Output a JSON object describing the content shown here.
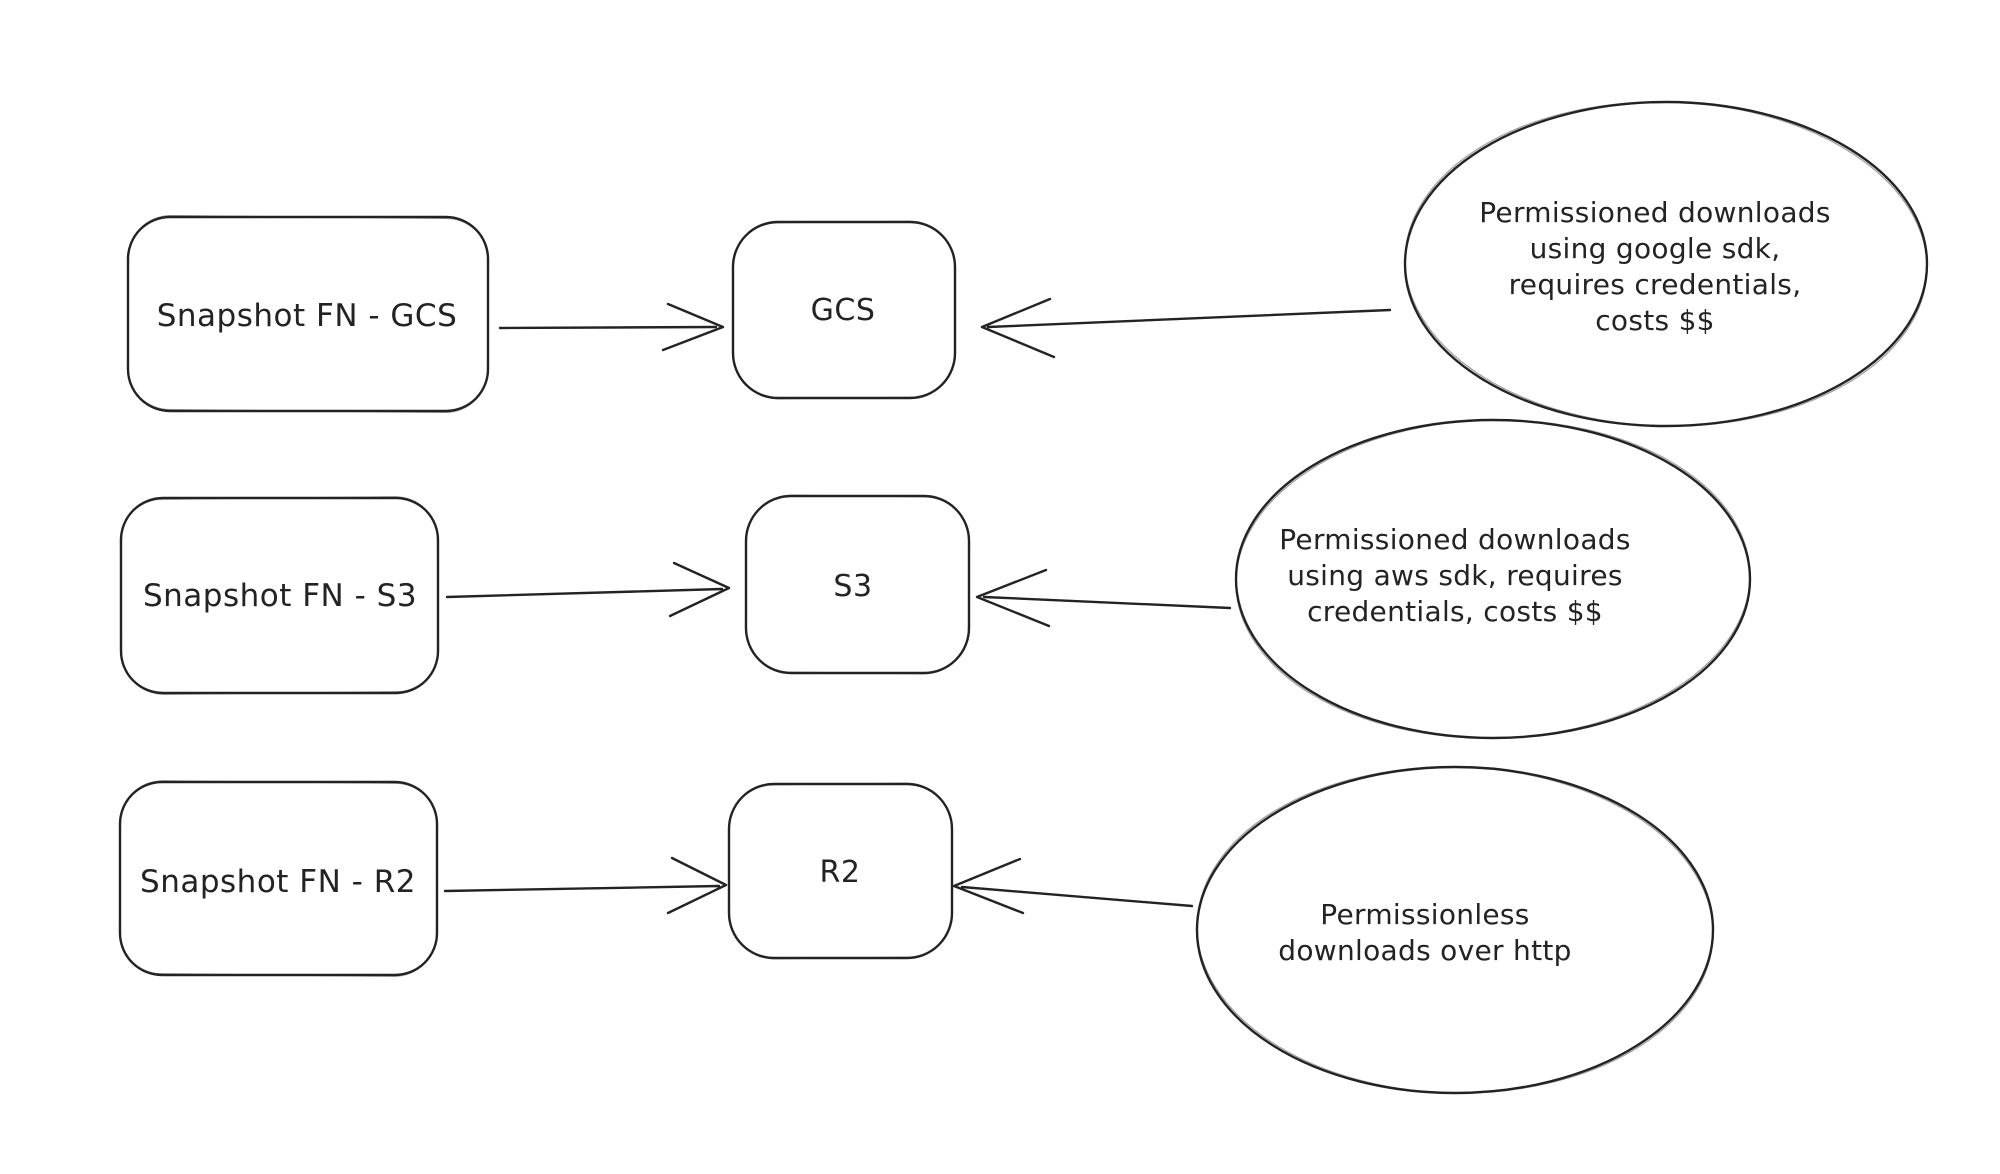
{
  "theme": {
    "background": "#ffffff",
    "ink": "#232323"
  },
  "diagram": {
    "style": "hand-drawn whiteboard sketch",
    "nodes": {
      "snapshot_gcs": {
        "label": "Snapshot FN - GCS",
        "shape": "rounded-rectangle"
      },
      "gcs": {
        "label": "GCS",
        "shape": "rounded-rectangle"
      },
      "snapshot_s3": {
        "label": "Snapshot FN - S3",
        "shape": "rounded-rectangle"
      },
      "s3": {
        "label": "S3",
        "shape": "rounded-rectangle"
      },
      "snapshot_r2": {
        "label": "Snapshot FN - R2",
        "shape": "rounded-rectangle"
      },
      "r2": {
        "label": "R2",
        "shape": "rounded-rectangle"
      },
      "note_gcs": {
        "shape": "ellipse",
        "lines": [
          "Permissioned downloads",
          "using google sdk,",
          "requires credentials,",
          "costs $$"
        ]
      },
      "note_s3": {
        "shape": "ellipse",
        "lines": [
          "Permissioned downloads",
          "using aws sdk, requires",
          "credentials, costs $$"
        ]
      },
      "note_r2": {
        "shape": "ellipse",
        "lines": [
          "Permissionless",
          "downloads over http"
        ]
      }
    },
    "edges": [
      {
        "from": "snapshot_gcs",
        "to": "gcs"
      },
      {
        "from": "note_gcs",
        "to": "gcs"
      },
      {
        "from": "snapshot_s3",
        "to": "s3"
      },
      {
        "from": "note_s3",
        "to": "s3"
      },
      {
        "from": "snapshot_r2",
        "to": "r2"
      },
      {
        "from": "note_r2",
        "to": "r2"
      }
    ]
  }
}
